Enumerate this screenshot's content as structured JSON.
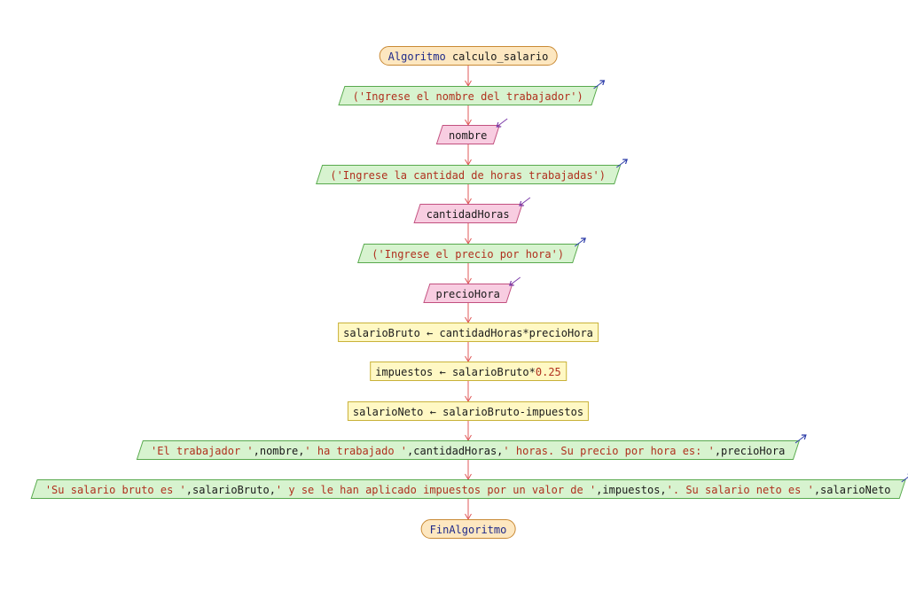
{
  "diagram": {
    "start": {
      "keyword": "Algoritmo",
      "name": "calculo_salario"
    },
    "end": {
      "keyword": "FinAlgoritmo"
    },
    "steps": [
      {
        "kind": "out",
        "parts": [
          {
            "t": "str",
            "v": "('Ingrese el nombre del trabajador')"
          }
        ]
      },
      {
        "kind": "in",
        "parts": [
          {
            "t": "var",
            "v": "nombre"
          }
        ]
      },
      {
        "kind": "out",
        "parts": [
          {
            "t": "str",
            "v": "('Ingrese la cantidad de horas trabajadas')"
          }
        ]
      },
      {
        "kind": "in",
        "parts": [
          {
            "t": "var",
            "v": "cantidadHoras"
          }
        ]
      },
      {
        "kind": "out",
        "parts": [
          {
            "t": "str",
            "v": "('Ingrese el precio por hora')"
          }
        ]
      },
      {
        "kind": "in",
        "parts": [
          {
            "t": "var",
            "v": "precioHora"
          }
        ]
      },
      {
        "kind": "proc",
        "parts": [
          {
            "t": "var",
            "v": "salarioBruto"
          },
          {
            "t": "op",
            "v": " ← "
          },
          {
            "t": "var",
            "v": "cantidadHoras"
          },
          {
            "t": "op",
            "v": "*"
          },
          {
            "t": "var",
            "v": "precioHora"
          }
        ]
      },
      {
        "kind": "proc",
        "parts": [
          {
            "t": "var",
            "v": "impuestos"
          },
          {
            "t": "op",
            "v": " ← "
          },
          {
            "t": "var",
            "v": "salarioBruto"
          },
          {
            "t": "op",
            "v": "*"
          },
          {
            "t": "num",
            "v": "0.25"
          }
        ]
      },
      {
        "kind": "proc",
        "parts": [
          {
            "t": "var",
            "v": "salarioNeto"
          },
          {
            "t": "op",
            "v": " ← "
          },
          {
            "t": "var",
            "v": "salarioBruto"
          },
          {
            "t": "op",
            "v": "-"
          },
          {
            "t": "var",
            "v": "impuestos"
          }
        ]
      },
      {
        "kind": "out",
        "parts": [
          {
            "t": "str",
            "v": "'El trabajador '"
          },
          {
            "t": "var",
            "v": ",nombre,"
          },
          {
            "t": "str",
            "v": "' ha trabajado '"
          },
          {
            "t": "var",
            "v": ",cantidadHoras,"
          },
          {
            "t": "str",
            "v": "' horas. Su precio por hora es: '"
          },
          {
            "t": "var",
            "v": ",precioHora"
          }
        ]
      },
      {
        "kind": "out",
        "parts": [
          {
            "t": "str",
            "v": "'Su salario bruto es '"
          },
          {
            "t": "var",
            "v": ",salarioBruto,"
          },
          {
            "t": "str",
            "v": "' y se le han aplicado impuestos por un valor de '"
          },
          {
            "t": "var",
            "v": ",impuestos,"
          },
          {
            "t": "str",
            "v": "'. Su salario neto es '"
          },
          {
            "t": "var",
            "v": ",salarioNeto"
          }
        ]
      }
    ],
    "colors": {
      "arrow": "#e05a5a",
      "output_icon": "#2a3aa8",
      "input_icon": "#7a3aa8"
    }
  }
}
